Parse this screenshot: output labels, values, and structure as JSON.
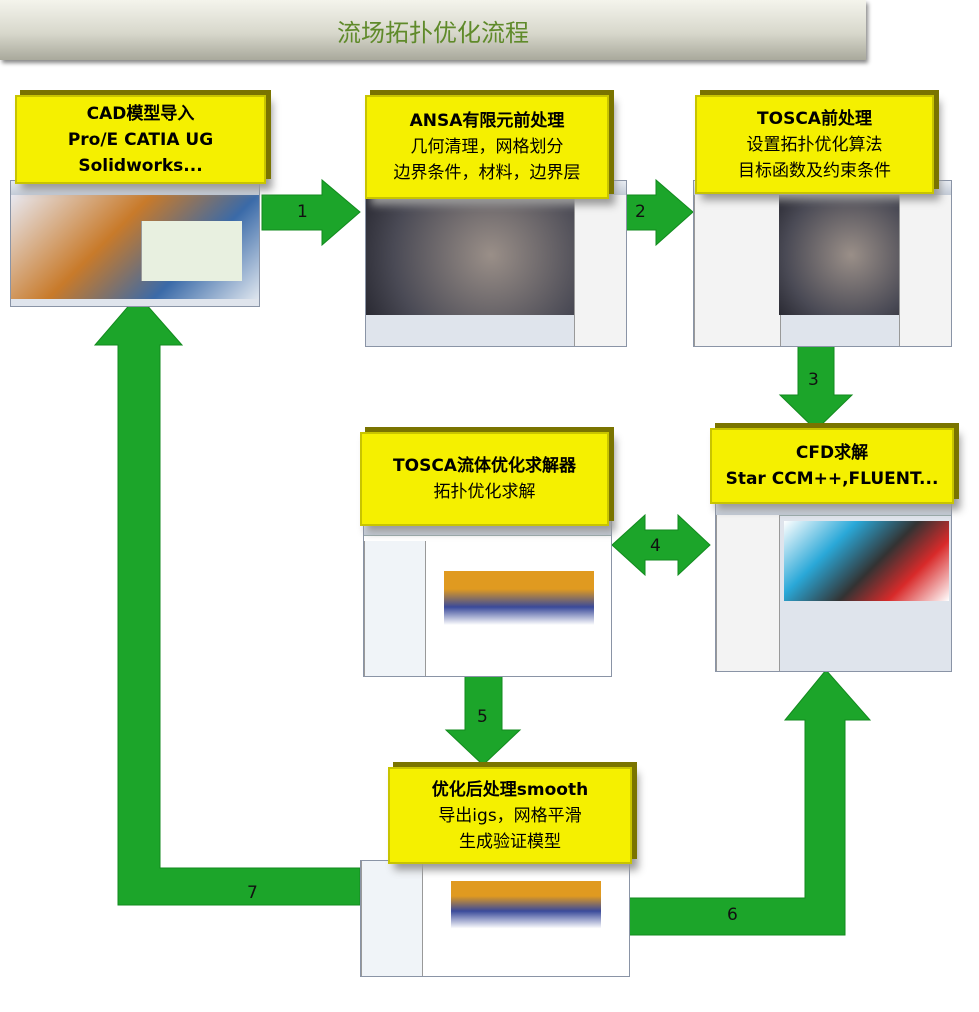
{
  "title": "流场拓扑优化流程",
  "steps": [
    {
      "lines": [
        "CAD模型导入",
        "Pro/E CATIA UG Solidworks..."
      ]
    },
    {
      "lines": [
        "ANSA有限元前处理",
        "几何清理，网格划分",
        "边界条件，材料，边界层"
      ]
    },
    {
      "lines": [
        "TOSCA前处理",
        "设置拓扑优化算法",
        "目标函数及约束条件"
      ]
    },
    {
      "lines": [
        "TOSCA流体优化求解器",
        "拓扑优化求解"
      ]
    },
    {
      "lines": [
        "CFD求解",
        "Star CCM++,FLUENT..."
      ]
    },
    {
      "lines": [
        "优化后处理smooth",
        "导出igs，网格平滑",
        "生成验证模型"
      ]
    }
  ],
  "arrows": [
    "1",
    "2",
    "3",
    "4",
    "5",
    "6",
    "7"
  ],
  "colors": {
    "arrow": "#1ca52a",
    "box": "#f5f000",
    "title_text": "#5f8a2a"
  }
}
